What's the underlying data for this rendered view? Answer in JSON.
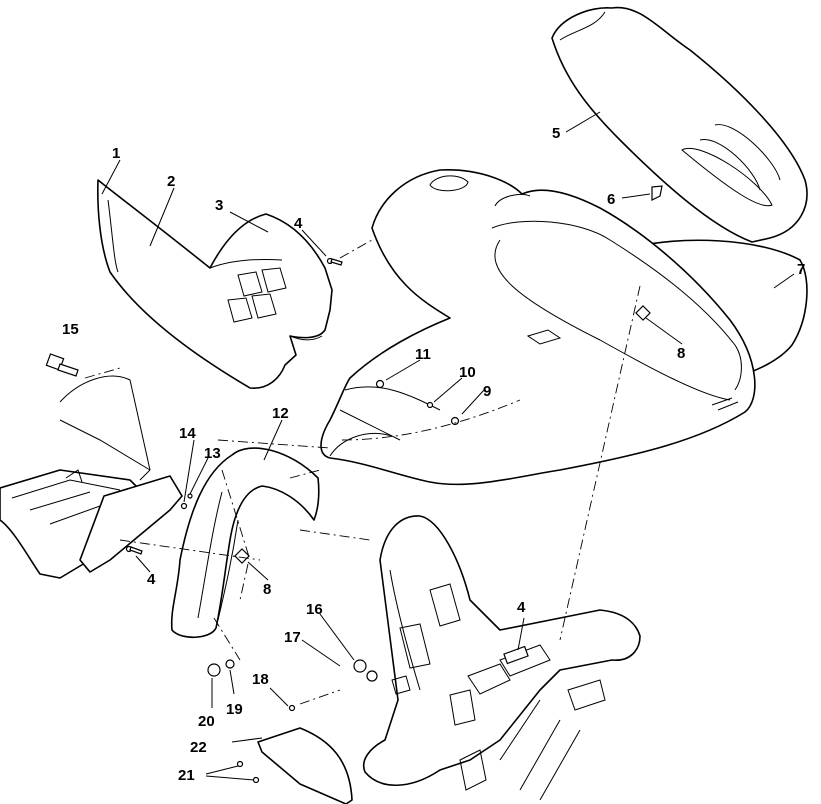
{
  "callouts": [
    {
      "id": "c1",
      "text": "1"
    },
    {
      "id": "c2",
      "text": "2"
    },
    {
      "id": "c3",
      "text": "3"
    },
    {
      "id": "c4a",
      "text": "4"
    },
    {
      "id": "c5",
      "text": "5"
    },
    {
      "id": "c6",
      "text": "6"
    },
    {
      "id": "c7",
      "text": "7"
    },
    {
      "id": "c8a",
      "text": "8"
    },
    {
      "id": "c9",
      "text": "9"
    },
    {
      "id": "c10",
      "text": "10"
    },
    {
      "id": "c11",
      "text": "11"
    },
    {
      "id": "c12",
      "text": "12"
    },
    {
      "id": "c13",
      "text": "13"
    },
    {
      "id": "c14",
      "text": "14"
    },
    {
      "id": "c15",
      "text": "15"
    },
    {
      "id": "c4b",
      "text": "4"
    },
    {
      "id": "c8b",
      "text": "8"
    },
    {
      "id": "c16",
      "text": "16"
    },
    {
      "id": "c17",
      "text": "17"
    },
    {
      "id": "c4c",
      "text": "4"
    },
    {
      "id": "c18",
      "text": "18"
    },
    {
      "id": "c19",
      "text": "19"
    },
    {
      "id": "c20",
      "text": "20"
    },
    {
      "id": "c22",
      "text": "22"
    },
    {
      "id": "c21",
      "text": "21"
    }
  ]
}
